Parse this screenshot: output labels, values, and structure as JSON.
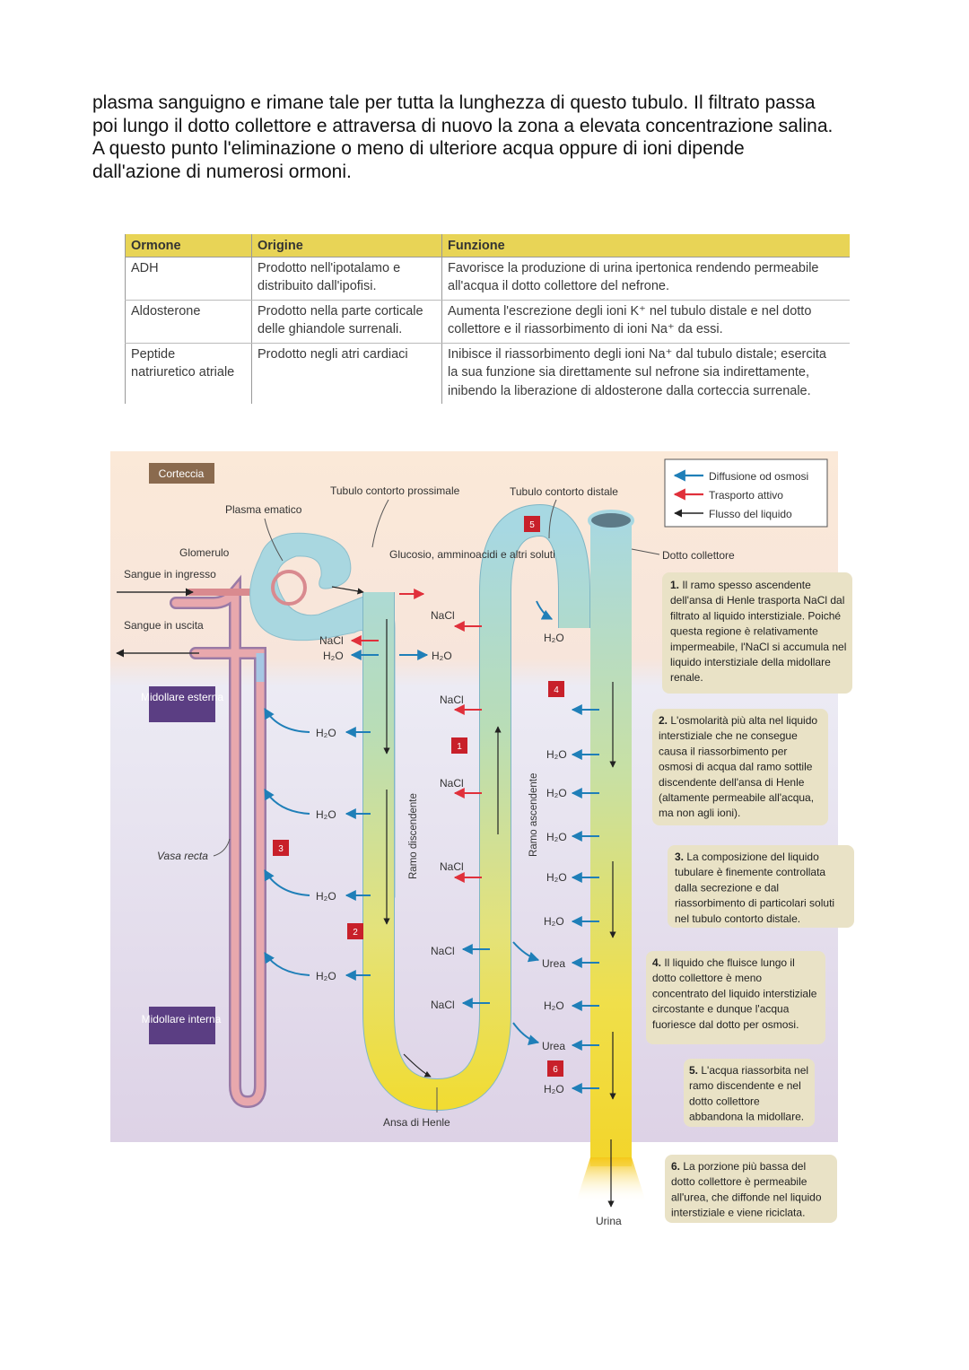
{
  "intro": {
    "lines": [
      "plasma sanguigno e rimane tale per tutta la lunghezza di questo tubulo. Il filtrato passa",
      "poi lungo il dotto collettore e attraversa di nuovo la zona a elevata concentrazione salina.",
      "A questo punto l'eliminazione o meno di ulteriore acqua oppure di ioni dipende",
      "dall'azione di numerosi ormoni."
    ]
  },
  "table": {
    "headers": [
      "Ormone",
      "Origine",
      "Funzione"
    ],
    "rows": [
      {
        "hormone": [
          "ADH"
        ],
        "origin": [
          "Prodotto nell'ipotalamo e",
          "distribuito dall'ipofisi."
        ],
        "function": [
          "Favorisce la produzione di urina ipertonica rendendo permeabile",
          "all'acqua il dotto collettore del nefrone."
        ]
      },
      {
        "hormone": [
          "Aldosterone"
        ],
        "origin": [
          "Prodotto nella parte corticale",
          "delle ghiandole surrenali."
        ],
        "function": [
          "Aumenta l'escrezione degli ioni K⁺ nel tubulo distale e nel dotto",
          "collettore e il riassorbimento di ioni Na⁺ da essi."
        ]
      },
      {
        "hormone": [
          "Peptide",
          "natriuretico atriale"
        ],
        "origin": [
          "Prodotto negli atri cardiaci"
        ],
        "function": [
          "Inibisce il riassorbimento degli ioni Na⁺ dal tubulo distale; esercita",
          "la sua funzione sia direttamente sul nefrone sia indirettamente,",
          "inibendo la liberazione di aldosterone dalla corteccia surrenale."
        ]
      }
    ]
  },
  "diagram": {
    "zones": {
      "cortex": "Corteccia",
      "outer_medulla": "Midollare esterna",
      "inner_medulla": "Midollare interna"
    },
    "legend": {
      "diffusion": "Diffusione od osmosi",
      "active": "Trasporto attivo",
      "flow": "Flusso del liquido"
    },
    "labels": {
      "proximal": "Tubulo contorto prossimale",
      "distal": "Tubulo contorto distale",
      "plasma": "Plasma ematico",
      "glomerulus": "Glomerulo",
      "blood_in": "Sangue in ingresso",
      "blood_out": "Sangue in uscita",
      "solutes": "Glucosio, amminoacidi e altri soluti",
      "collecting": "Dotto collettore",
      "vasa_recta": "Vasa recta",
      "descending": "Ramo discendente",
      "ascending": "Ramo ascendente",
      "loop": "Ansa di Henle",
      "urine": "Urina",
      "nacl": "NaCl",
      "h2o": "H₂O",
      "urea": "Urea"
    },
    "notes": [
      {
        "num": "1.",
        "text": "Il ramo spesso ascendente dell'ansa di Henle trasporta NaCl dal filtrato al liquido interstiziale. Poiché questa regione è relativamente impermeabile, l'NaCl si accumula nel liquido interstiziale della midollare renale."
      },
      {
        "num": "2.",
        "text": "L'osmolarità più alta nel liquido interstiziale che ne consegue causa il riassorbimento per osmosi di acqua dal ramo sottile discendente dell'ansa di Henle (altamente permeabile all'acqua, ma non agli ioni)."
      },
      {
        "num": "3.",
        "text": "La composizione del liquido tubulare è finemente controllata dalla secrezione e dal riassorbimento di particolari soluti nel tubulo contorto distale."
      },
      {
        "num": "4.",
        "text": "Il liquido che fluisce lungo il dotto collettore è meno concentrato del liquido interstiziale circostante e dunque l'acqua fuoriesce dal dotto per osmosi."
      },
      {
        "num": "5.",
        "text": "L'acqua riassorbita nel ramo discendente e nel dotto collettore abbandona la midollare."
      },
      {
        "num": "6.",
        "text": "La porzione più bassa del dotto collettore è permeabile all'urea, che diffonde nel liquido interstiziale e viene riciclata."
      }
    ],
    "badges": [
      "1",
      "2",
      "3",
      "4",
      "5",
      "6"
    ],
    "colors": {
      "active": "#e0303b",
      "diffusion": "#1f7fb8",
      "badge": "#c8202a",
      "zone_label": "#5b3e83",
      "cortex_label": "#8a6a4e"
    }
  }
}
